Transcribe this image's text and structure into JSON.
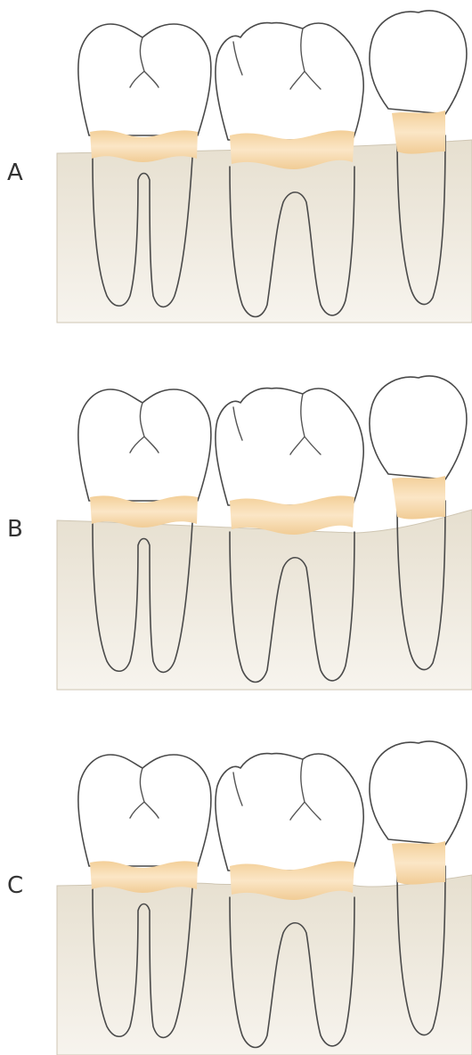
{
  "panels": [
    {
      "id": "A",
      "label": "A"
    },
    {
      "id": "B",
      "label": "B"
    },
    {
      "id": "C",
      "label": "C"
    }
  ],
  "colors": {
    "bone_top": "#ece6da",
    "bone_bottom": "#f6f3ec",
    "cej_band": "#f6d9ad",
    "outline": "#4a4a4a",
    "label": "#333333"
  },
  "icons": [
    "molar-icon",
    "premolar-icon"
  ]
}
